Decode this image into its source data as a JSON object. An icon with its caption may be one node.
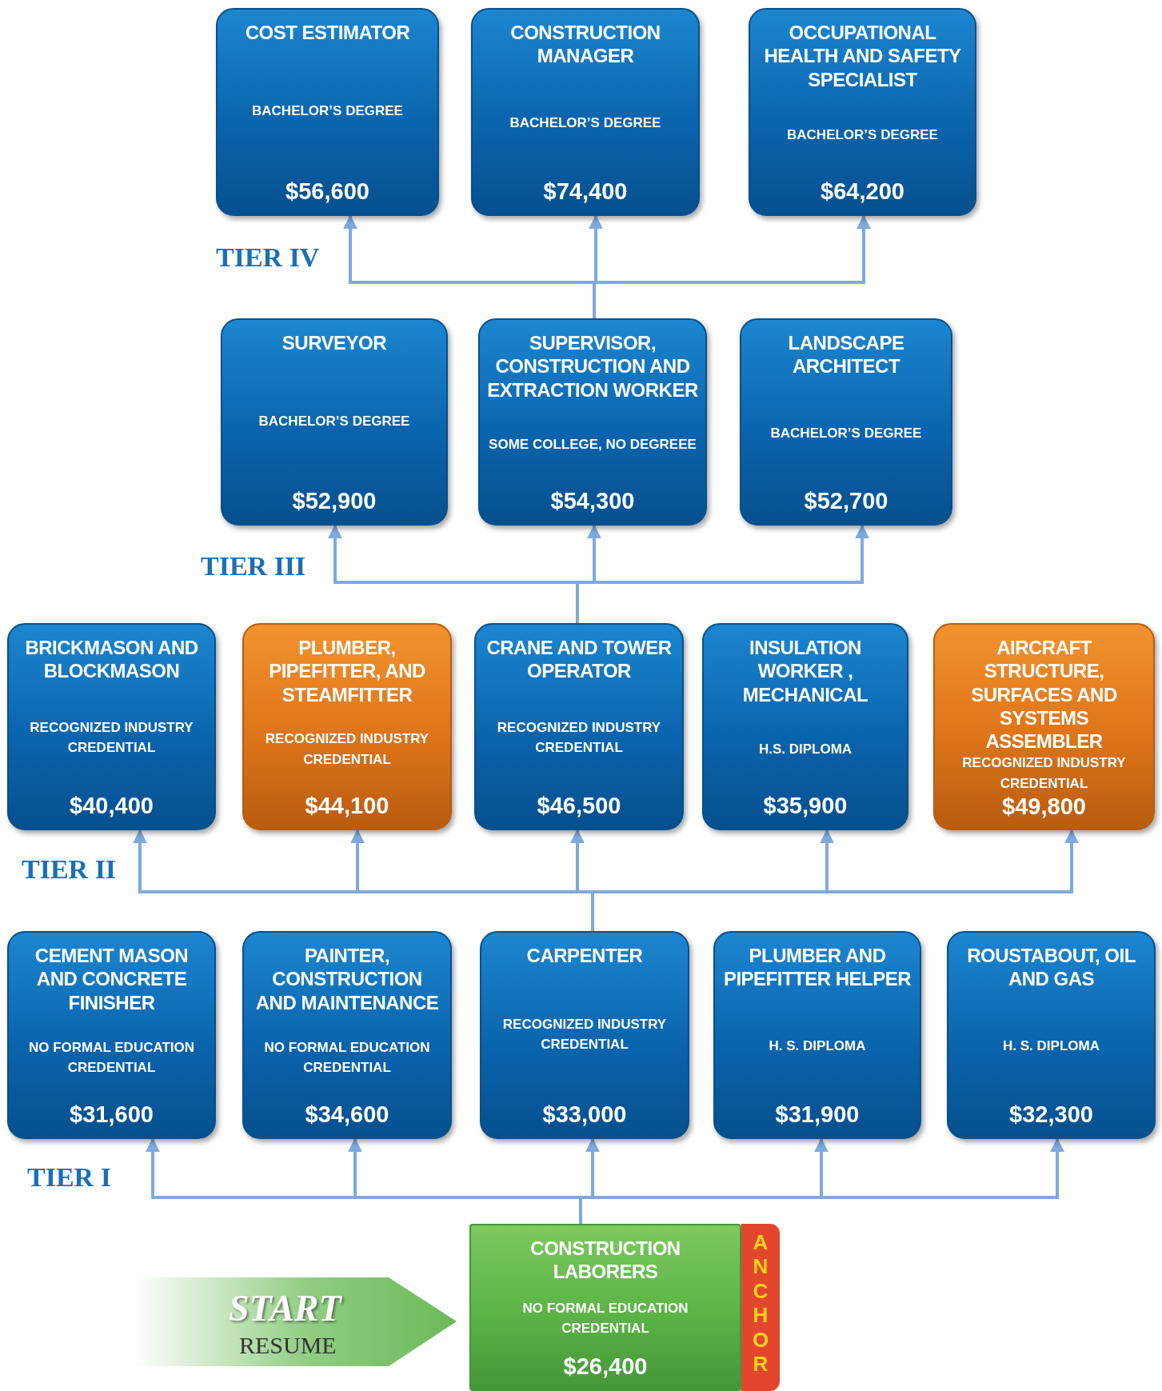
{
  "diagram": {
    "nodes": [
      {
        "text": [
          "COST ESTIMATOR",
          "BACHELOR’S DEGREE",
          "$56,600"
        ]
      },
      {
        "text": [
          "CONSTRUCTION MANAGER",
          "BACHELOR’S DEGREE",
          "$74,400"
        ]
      },
      {
        "text": [
          "OCCUPATIONAL HEALTH AND SAFETY SPECIALIST",
          "BACHELOR’S DEGREE",
          "$64,200"
        ]
      },
      {
        "text": [
          "SURVEYOR",
          "BACHELOR’S DEGREE",
          "$52,900"
        ]
      },
      {
        "text": [
          "SUPERVISOR, CONSTRUCTION AND EXTRACTION WORKER",
          "SOME COLLEGE, NO DEGREEE",
          "$54,300"
        ]
      },
      {
        "text": [
          "LANDSCAPE ARCHITECT",
          "BACHELOR’S DEGREE",
          "$52,700"
        ]
      },
      {
        "text": [
          "BRICKMASON AND BLOCKMASON",
          "RECOGNIZED INDUSTRY CREDENTIAL",
          "$40,400"
        ]
      },
      {
        "text": [
          "PLUMBER, PIPEFITTER, AND STEAMFITTER",
          "RECOGNIZED INDUSTRY CREDENTIAL",
          "$44,100"
        ]
      },
      {
        "text": [
          "CRANE AND TOWER OPERATOR",
          "RECOGNIZED INDUSTRY CREDENTIAL",
          "$46,500"
        ]
      },
      {
        "text": [
          "INSULATION WORKER , MECHANICAL",
          "H.S. DIPLOMA",
          "$35,900"
        ]
      },
      {
        "text": [
          "AIRCRAFT STRUCTURE, SURFACES AND SYSTEMS ASSEMBLER",
          "RECOGNIZED INDUSTRY CREDENTIAL",
          "$49,800"
        ]
      },
      {
        "text": [
          "CEMENT MASON AND CONCRETE FINISHER",
          "NO FORMAL EDUCATION CREDENTIAL",
          "$31,600"
        ]
      },
      {
        "text": [
          "PAINTER, CONSTRUCTION AND MAINTENANCE",
          "NO FORMAL EDUCATION CREDENTIAL",
          "$34,600"
        ]
      },
      {
        "text": [
          "CARPENTER",
          "RECOGNIZED INDUSTRY CREDENTIAL",
          "$33,000"
        ]
      },
      {
        "text": [
          "PLUMBER AND PIPEFITTER HELPER",
          "H. S. DIPLOMA",
          "$31,900"
        ]
      },
      {
        "text": [
          "ROUSTABOUT, OIL AND GAS",
          "H. S. DIPLOMA",
          "$32,300"
        ]
      },
      {
        "text": [
          "CONSTRUCTION LABORERS",
          "NO FORMAL EDUCATION CREDENTIAL",
          "$26,400"
        ],
        "beside": [
          "ANCHOR"
        ]
      },
      {
        "text": [
          "START",
          "RESUME"
        ]
      }
    ],
    "edges": [
      {
        "from": 16,
        "to": 11,
        "arrow": "to"
      },
      {
        "from": 16,
        "to": 12,
        "arrow": "to"
      },
      {
        "from": 16,
        "to": 13,
        "arrow": "to"
      },
      {
        "from": 16,
        "to": 14,
        "arrow": "to"
      },
      {
        "from": 16,
        "to": 15,
        "arrow": "to"
      },
      {
        "from": 13,
        "to": 6,
        "arrow": "to"
      },
      {
        "from": 13,
        "to": 7,
        "arrow": "to"
      },
      {
        "from": 13,
        "to": 8,
        "arrow": "to"
      },
      {
        "from": 13,
        "to": 9,
        "arrow": "to"
      },
      {
        "from": 13,
        "to": 10,
        "arrow": "to"
      },
      {
        "from": 8,
        "to": 3,
        "arrow": "to"
      },
      {
        "from": 8,
        "to": 4,
        "arrow": "to"
      },
      {
        "from": 8,
        "to": 5,
        "arrow": "to"
      },
      {
        "from": 4,
        "to": 0,
        "arrow": "to"
      },
      {
        "from": 4,
        "to": 1,
        "arrow": "to"
      },
      {
        "from": 4,
        "to": 2,
        "arrow": "to"
      }
    ],
    "labels": [
      "TIER IV",
      "TIER III",
      "TIER II",
      "TIER I"
    ]
  }
}
